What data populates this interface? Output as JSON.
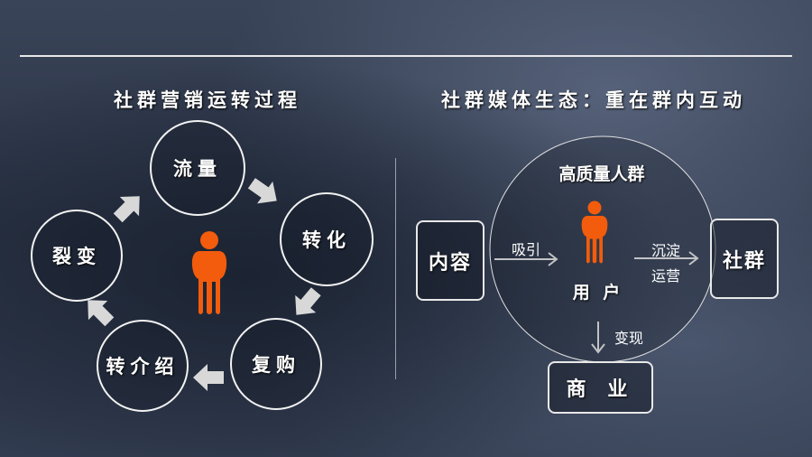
{
  "left": {
    "title": "社群营销运转过程",
    "nodes": [
      "流量",
      "转化",
      "复购",
      "转介绍",
      "裂变"
    ]
  },
  "right": {
    "title": "社群媒体生态：重在群内互动",
    "circle_label": "高质量人群",
    "user_label": "用 户",
    "content_box": "内容",
    "community_box": "社群",
    "business_box": "商 业",
    "attract_label": "吸引",
    "settle_label": "沉淀",
    "operate_label": "运营",
    "monetize_label": "变现"
  },
  "colors": {
    "accent": "#f25c0c",
    "arrow": "#d8d8d8"
  }
}
